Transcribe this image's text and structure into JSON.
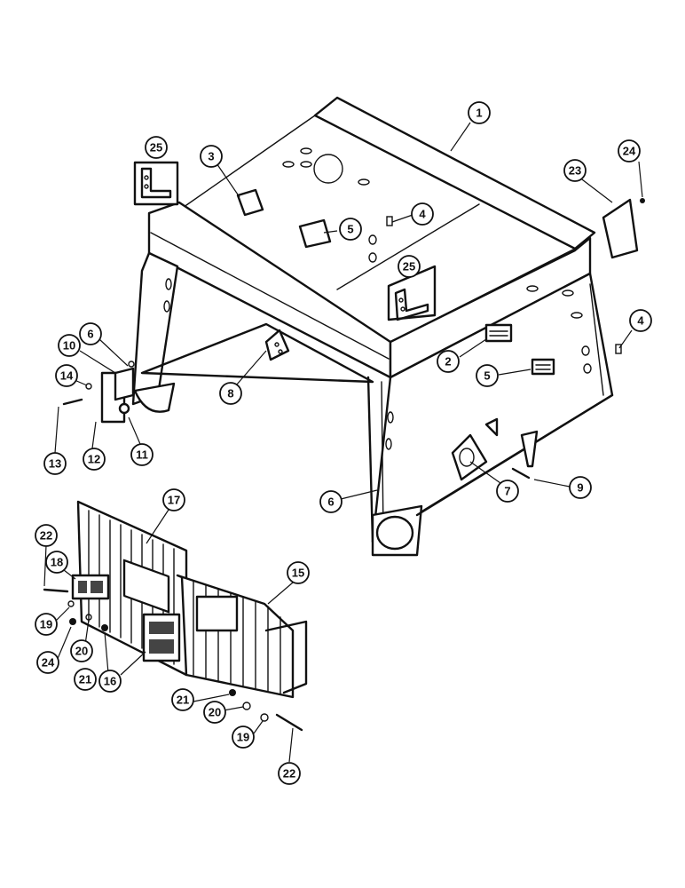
{
  "callouts": [
    {
      "id": "c1",
      "label": "1"
    },
    {
      "id": "c2",
      "label": "2"
    },
    {
      "id": "c3",
      "label": "3"
    },
    {
      "id": "c4a",
      "label": "4"
    },
    {
      "id": "c4b",
      "label": "4"
    },
    {
      "id": "c5a",
      "label": "5"
    },
    {
      "id": "c5b",
      "label": "5"
    },
    {
      "id": "c6a",
      "label": "6"
    },
    {
      "id": "c6b",
      "label": "6"
    },
    {
      "id": "c7",
      "label": "7"
    },
    {
      "id": "c8",
      "label": "8"
    },
    {
      "id": "c9",
      "label": "9"
    },
    {
      "id": "c10",
      "label": "10"
    },
    {
      "id": "c11",
      "label": "11"
    },
    {
      "id": "c12",
      "label": "12"
    },
    {
      "id": "c13",
      "label": "13"
    },
    {
      "id": "c14",
      "label": "14"
    },
    {
      "id": "c15",
      "label": "15"
    },
    {
      "id": "c16",
      "label": "16"
    },
    {
      "id": "c17",
      "label": "17"
    },
    {
      "id": "c18",
      "label": "18"
    },
    {
      "id": "c19a",
      "label": "19"
    },
    {
      "id": "c19b",
      "label": "19"
    },
    {
      "id": "c20a",
      "label": "20"
    },
    {
      "id": "c20b",
      "label": "20"
    },
    {
      "id": "c21a",
      "label": "21"
    },
    {
      "id": "c21b",
      "label": "21"
    },
    {
      "id": "c22a",
      "label": "22"
    },
    {
      "id": "c22b",
      "label": "22"
    },
    {
      "id": "c23",
      "label": "23"
    },
    {
      "id": "c24a",
      "label": "24"
    },
    {
      "id": "c24b",
      "label": "24"
    },
    {
      "id": "c25a",
      "label": "25"
    },
    {
      "id": "c25b",
      "label": "25"
    }
  ]
}
